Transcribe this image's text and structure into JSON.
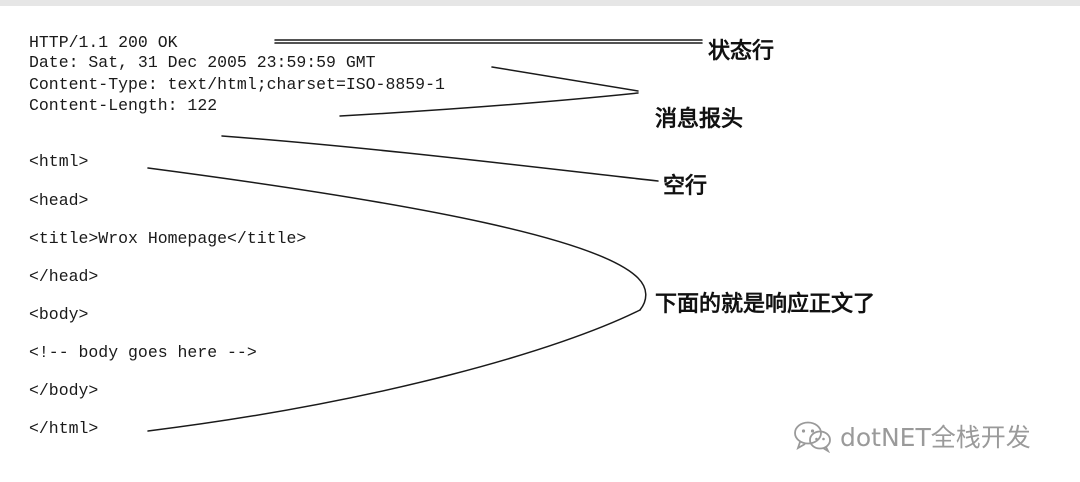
{
  "code": {
    "status_line": "HTTP/1.1 200 OK",
    "header_date": "Date: Sat, 31 Dec 2005 23:59:59 GMT",
    "header_content_type": "Content-Type: text/html;charset=ISO-8859-1",
    "header_content_length": "Content-Length: 122",
    "body_lines": [
      "<html>",
      "<head>",
      "<title>Wrox Homepage</title>",
      "</head>",
      "<body>",
      "<!-- body goes here -->",
      "</body>",
      "</html>"
    ]
  },
  "labels": {
    "status_line": "状态行",
    "headers": "消息报头",
    "blank_line": "空行",
    "body": "下面的就是响应正文了"
  },
  "watermark": {
    "text": "dotNET全栈开发",
    "icon": "wechat-icon"
  },
  "colors": {
    "text": "#1a1a1a",
    "label": "#111111",
    "watermark": "#9a9a9a"
  }
}
